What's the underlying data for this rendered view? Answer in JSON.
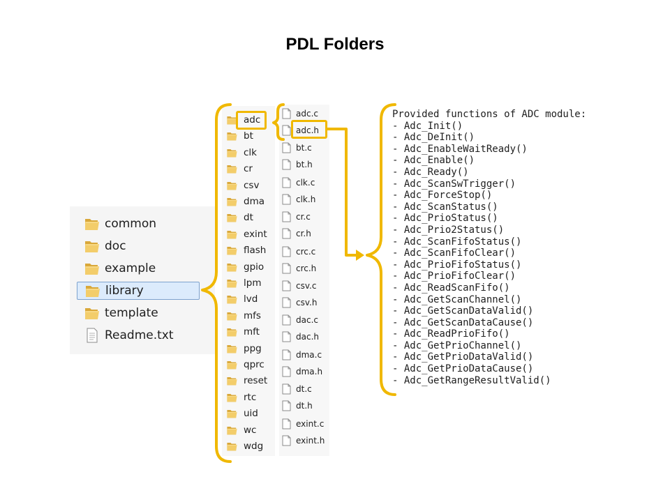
{
  "title": "PDL Folders",
  "root_items": [
    {
      "label": "common",
      "icon": "folder-icon"
    },
    {
      "label": "doc",
      "icon": "folder-icon"
    },
    {
      "label": "example",
      "icon": "folder-icon"
    },
    {
      "label": "library",
      "icon": "folder-icon",
      "selected": true
    },
    {
      "label": "template",
      "icon": "folder-icon"
    },
    {
      "label": "Readme.txt",
      "icon": "text-file-icon"
    }
  ],
  "library_folders": [
    "adc",
    "bt",
    "clk",
    "cr",
    "csv",
    "dma",
    "dt",
    "exint",
    "flash",
    "gpio",
    "lpm",
    "lvd",
    "mfs",
    "mft",
    "ppg",
    "qprc",
    "reset",
    "rtc",
    "uid",
    "wc",
    "wdg"
  ],
  "files": [
    "adc.c",
    "adc.h",
    "bt.c",
    "bt.h",
    "clk.c",
    "clk.h",
    "cr.c",
    "cr.h",
    "crc.c",
    "crc.h",
    "csv.c",
    "csv.h",
    "dac.c",
    "dac.h",
    "dma.c",
    "dma.h",
    "dt.c",
    "dt.h",
    "exint.c",
    "exint.h"
  ],
  "functions_header": "Provided functions of ADC module:",
  "functions": [
    "- Adc_Init()",
    "- Adc_DeInit()",
    "- Adc_EnableWaitReady()",
    "- Adc_Enable()",
    "- Adc_Ready()",
    "- Adc_ScanSwTrigger()",
    "- Adc_ForceStop()",
    "- Adc_ScanStatus()",
    "- Adc_PrioStatus()",
    "- Adc_Prio2Status()",
    "- Adc_ScanFifoStatus()",
    "- Adc_ScanFifoClear()",
    "- Adc_PrioFifoStatus()",
    "- Adc_PrioFifoClear()",
    "- Adc_ReadScanFifo()",
    "- Adc_GetScanChannel()",
    "- Adc_GetScanDataValid()",
    "- Adc_GetScanDataCause()",
    "- Adc_ReadPrioFifo()",
    "- Adc_GetPrioChannel()",
    "- Adc_GetPrioDataValid()",
    "- Adc_GetPrioDataCause()",
    "- Adc_GetRangeResultValid()"
  ],
  "colors": {
    "accent": "#f0b800",
    "folder": "#e8b84a",
    "selection": "#dcebfc"
  }
}
